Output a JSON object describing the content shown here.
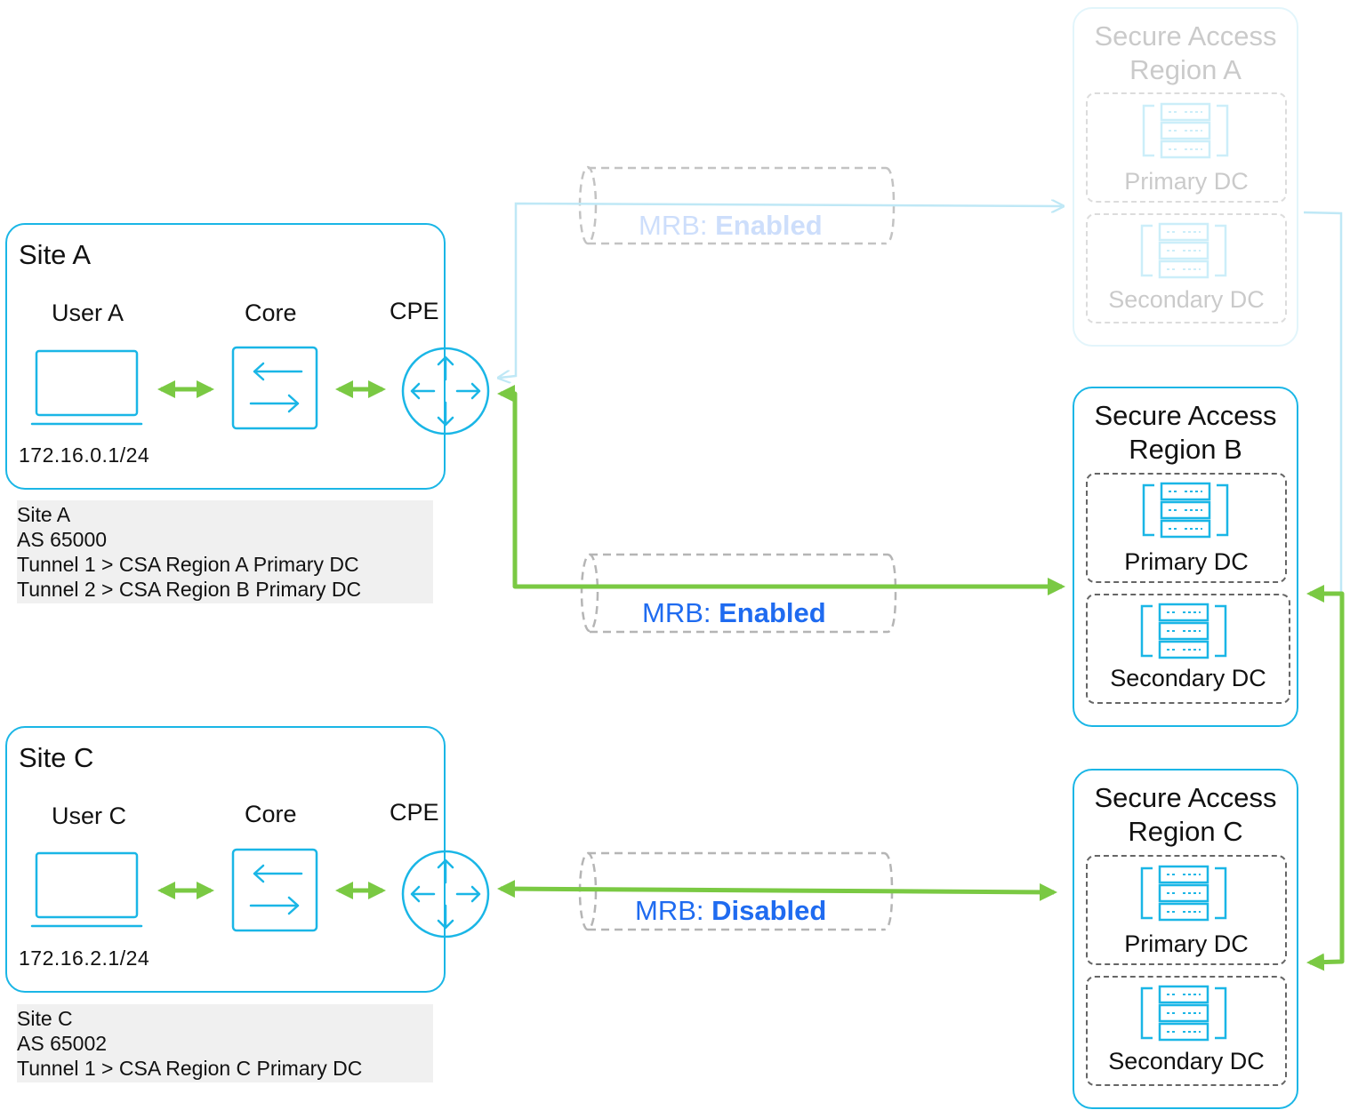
{
  "site_a": {
    "title": "Site A",
    "user_label": "User A",
    "core_label": "Core",
    "cpe_label": "CPE",
    "ip": "172.16.0.1/24",
    "info": [
      "Site A",
      "AS 65000",
      "Tunnel 1 > CSA Region A Primary DC",
      "Tunnel 2 > CSA Region B Primary DC"
    ]
  },
  "site_c": {
    "title": "Site C",
    "user_label": "User C",
    "core_label": "Core",
    "cpe_label": "CPE",
    "ip": "172.16.2.1/24",
    "info": [
      "Site C",
      "AS 65002",
      "Tunnel 1 > CSA Region C Primary DC"
    ]
  },
  "region_a": {
    "title_line1": "Secure Access",
    "title_line2": "Region A",
    "primary": "Primary DC",
    "secondary": "Secondary DC"
  },
  "region_b": {
    "title_line1": "Secure Access",
    "title_line2": "Region B",
    "primary": "Primary DC",
    "secondary": "Secondary DC"
  },
  "region_c": {
    "title_line1": "Secure Access",
    "title_line2": "Region C",
    "primary": "Primary DC",
    "secondary": "Secondary DC"
  },
  "tunnels": {
    "a_to_region_a": {
      "prefix": "MRB: ",
      "state": "Enabled"
    },
    "a_to_region_b": {
      "prefix": "MRB: ",
      "state": "Enabled"
    },
    "c_to_region_c": {
      "prefix": "MRB: ",
      "state": "Disabled"
    }
  },
  "colors": {
    "accent": "#1ab6e6",
    "link": "#7ac943",
    "mrb_text": "#1f6bf0",
    "dashed": "#666666",
    "info_bg": "#f0f0f0"
  },
  "icons": [
    "laptop-icon",
    "switch-icon",
    "router-icon",
    "server-icon"
  ]
}
